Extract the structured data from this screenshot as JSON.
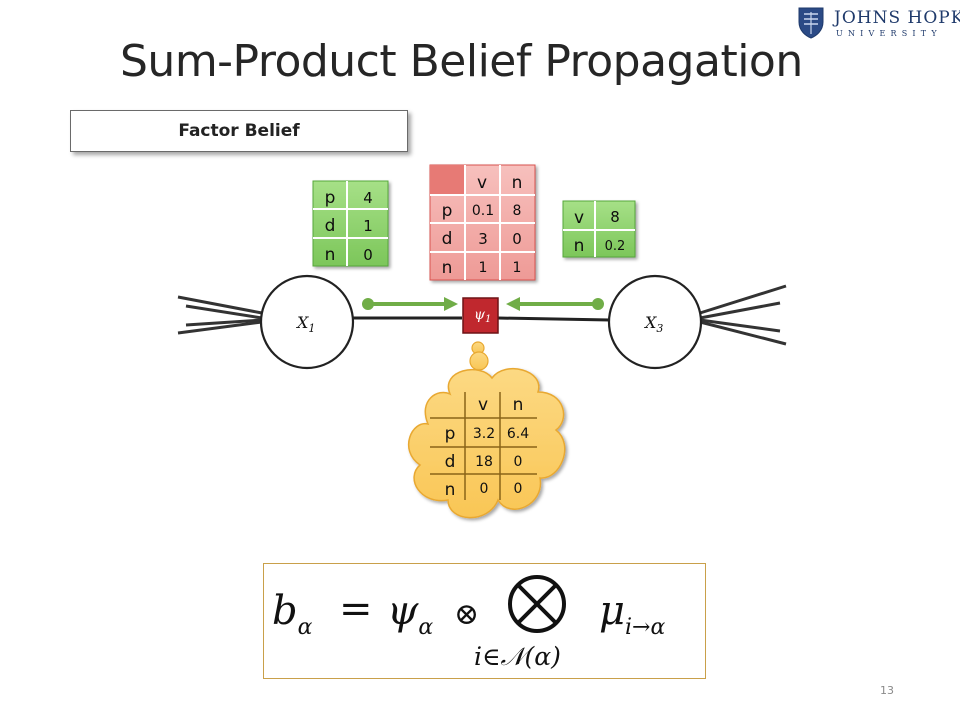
{
  "slide": {
    "title": "Sum-Product Belief Propagation",
    "page_number": "13",
    "logo": {
      "name": "JOHNS HOPKINS",
      "subtitle": "UNIVERSITY"
    }
  },
  "section_label": "Factor Belief",
  "graph": {
    "variables": [
      {
        "id": "x1",
        "label": "X",
        "subscript": "1"
      },
      {
        "id": "x3",
        "label": "X",
        "subscript": "3"
      }
    ],
    "factor": {
      "label": "ψ",
      "subscript": "1",
      "color": "#c0282e"
    }
  },
  "tables": {
    "message_x1": {
      "rows": [
        [
          "p",
          "4"
        ],
        [
          "d",
          "1"
        ],
        [
          "n",
          "0"
        ]
      ]
    },
    "factor_psi": {
      "header": [
        "v",
        "n"
      ],
      "rows": [
        [
          "p",
          "0.1",
          "8"
        ],
        [
          "d",
          "3",
          "0"
        ],
        [
          "n",
          "1",
          "1"
        ]
      ]
    },
    "message_x3": {
      "rows": [
        [
          "v",
          "8"
        ],
        [
          "n",
          "0.2"
        ]
      ]
    },
    "belief": {
      "header": [
        "v",
        "n"
      ],
      "rows": [
        [
          "p",
          "3.2",
          "6.4"
        ],
        [
          "d",
          "18",
          "0"
        ],
        [
          "n",
          "0",
          "0"
        ]
      ]
    }
  },
  "formula": {
    "lhs": "b",
    "lhs_sub": "α",
    "equals": "=",
    "psi": "ψ",
    "psi_sub": "α",
    "otimes": "⊗",
    "mu": "μ",
    "mu_sub": "i→α",
    "under": "i∈𝒩(α)"
  },
  "colors": {
    "green_table": "#8ed36b",
    "green_table_dark": "#56a83a",
    "red_table": "#f2a9a6",
    "red_table_dark": "#d9534f",
    "arrow": "#70ad47",
    "cloud": "#fbcf6e",
    "cloud_stroke": "#e8a830",
    "formula_border": "#c9a04a"
  }
}
